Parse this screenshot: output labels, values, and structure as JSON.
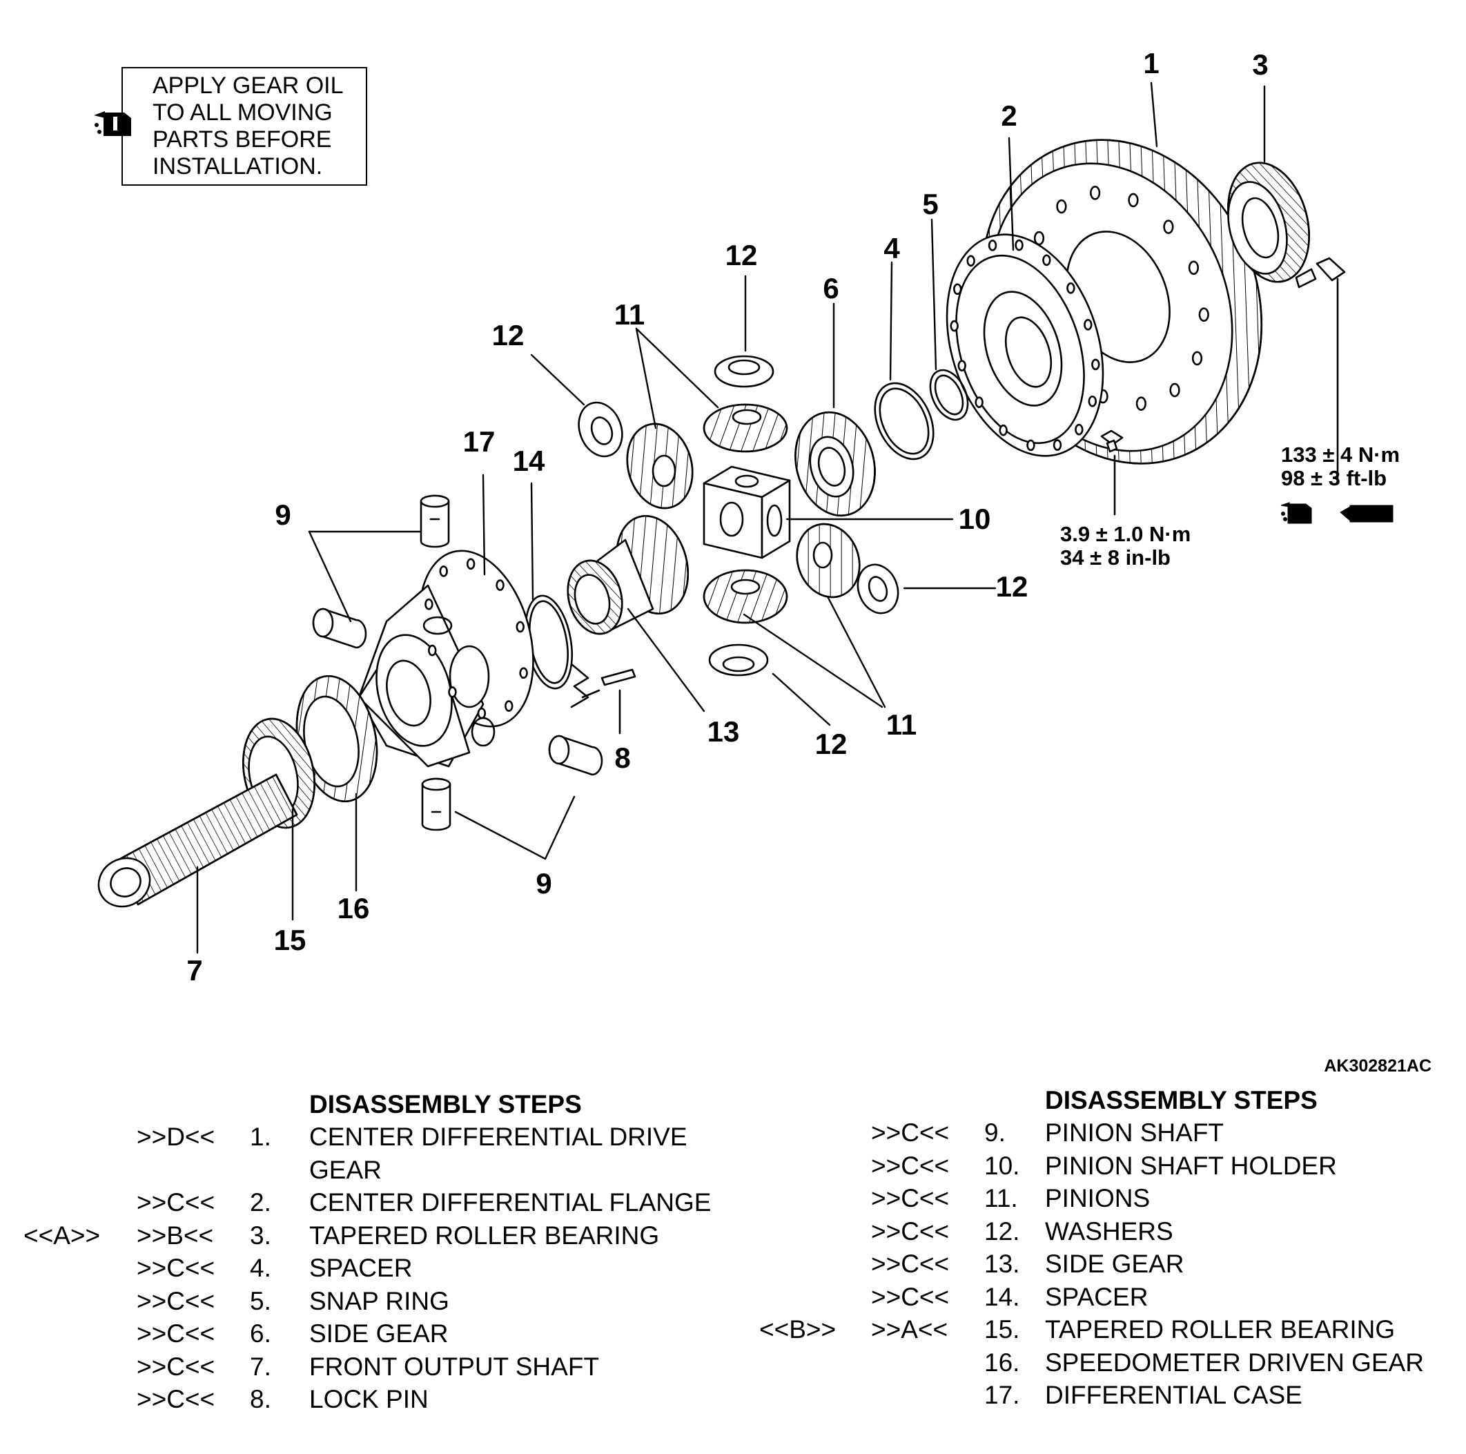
{
  "note": {
    "lines": [
      "APPLY GEAR OIL",
      "TO ALL MOVING",
      "PARTS BEFORE",
      "INSTALLATION."
    ],
    "icon": "gear-oil-can-icon"
  },
  "torque_bolts": {
    "line1": "133 ± 4 N·m",
    "line2": "98 ± 3 ft-lb",
    "icons": [
      "gear-oil-can-icon",
      "sealant-tube-icon"
    ]
  },
  "torque_small_bolt": {
    "line1": "3.9 ± 1.0 N·m",
    "line2": "34 ± 8 in-lb"
  },
  "drawing_code": "AK302821AC",
  "callouts": [
    "1",
    "2",
    "3",
    "4",
    "5",
    "6",
    "7",
    "8",
    "9",
    "9",
    "10",
    "11",
    "11",
    "12",
    "12",
    "12",
    "12",
    "13",
    "14",
    "15",
    "16",
    "17"
  ],
  "steps_left": {
    "title": "DISASSEMBLY STEPS",
    "items": [
      {
        "pre": "",
        "mark": ">>D<<",
        "num": "1.",
        "text": "CENTER DIFFERENTIAL DRIVE"
      },
      {
        "pre": "",
        "mark": "",
        "num": "",
        "text": "GEAR"
      },
      {
        "pre": "",
        "mark": ">>C<<",
        "num": "2.",
        "text": "CENTER DIFFERENTIAL FLANGE"
      },
      {
        "pre": "<<A>>",
        "mark": ">>B<<",
        "num": "3.",
        "text": "TAPERED ROLLER BEARING"
      },
      {
        "pre": "",
        "mark": ">>C<<",
        "num": "4.",
        "text": "SPACER"
      },
      {
        "pre": "",
        "mark": ">>C<<",
        "num": "5.",
        "text": "SNAP RING"
      },
      {
        "pre": "",
        "mark": ">>C<<",
        "num": "6.",
        "text": "SIDE GEAR"
      },
      {
        "pre": "",
        "mark": ">>C<<",
        "num": "7.",
        "text": "FRONT OUTPUT SHAFT"
      },
      {
        "pre": "",
        "mark": ">>C<<",
        "num": "8.",
        "text": "LOCK PIN"
      }
    ]
  },
  "steps_right": {
    "title": "DISASSEMBLY STEPS",
    "items": [
      {
        "pre": "",
        "mark": ">>C<<",
        "num": "9.",
        "text": "PINION SHAFT"
      },
      {
        "pre": "",
        "mark": ">>C<<",
        "num": "10.",
        "text": "PINION SHAFT HOLDER"
      },
      {
        "pre": "",
        "mark": ">>C<<",
        "num": "11.",
        "text": "PINIONS"
      },
      {
        "pre": "",
        "mark": ">>C<<",
        "num": "12.",
        "text": "WASHERS"
      },
      {
        "pre": "",
        "mark": ">>C<<",
        "num": "13.",
        "text": "SIDE GEAR"
      },
      {
        "pre": "",
        "mark": ">>C<<",
        "num": "14.",
        "text": "SPACER"
      },
      {
        "pre": "<<B>>",
        "mark": ">>A<<",
        "num": "15.",
        "text": "TAPERED ROLLER BEARING"
      },
      {
        "pre": "",
        "mark": "",
        "num": "16.",
        "text": "SPEEDOMETER DRIVEN GEAR"
      },
      {
        "pre": "",
        "mark": "",
        "num": "17.",
        "text": "DIFFERENTIAL CASE"
      }
    ]
  }
}
